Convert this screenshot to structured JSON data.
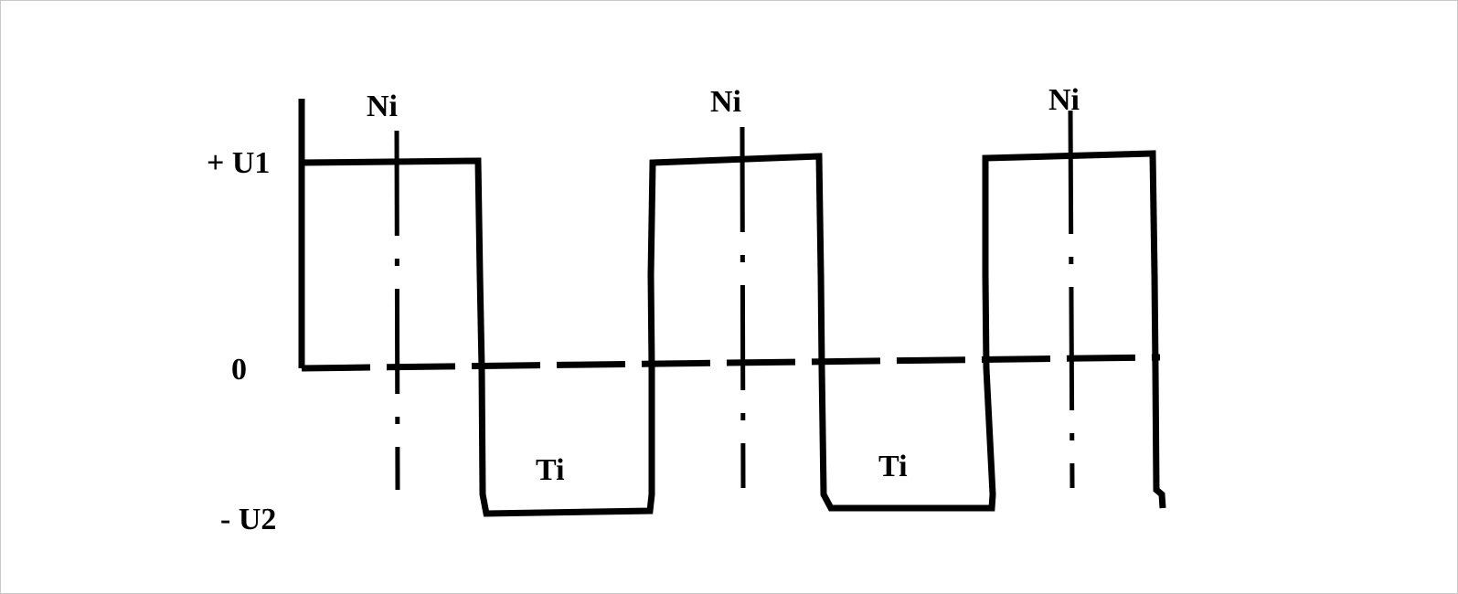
{
  "diagram": {
    "type": "square-wave-timing",
    "y_levels": {
      "top": "+ U1",
      "zero": "0",
      "bottom": "- U2"
    },
    "pulse_labels": {
      "positive": [
        "Ni",
        "Ni",
        "Ni"
      ],
      "negative": [
        "Ti",
        "Ti"
      ]
    },
    "colors": {
      "line": "#000000",
      "background": "#ffffff"
    }
  }
}
